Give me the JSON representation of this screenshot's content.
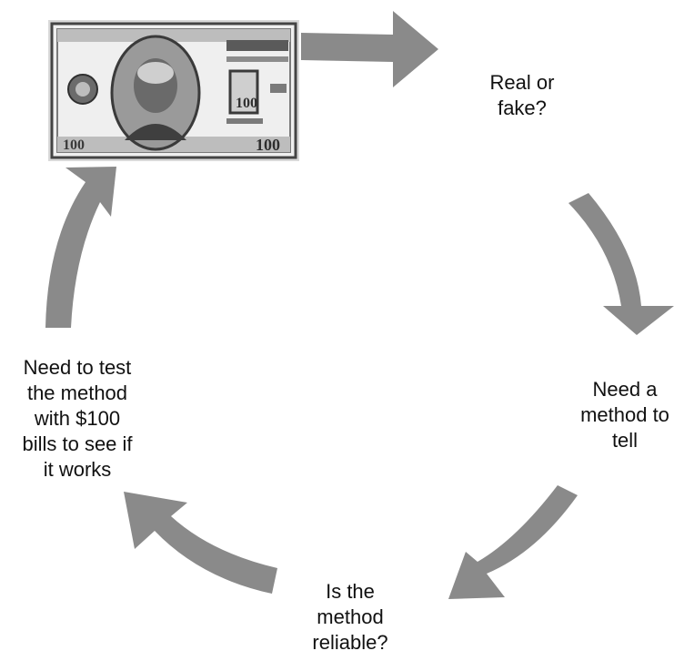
{
  "colors": {
    "arrow": "#8a8a8a",
    "text": "#111111",
    "bill_light": "#eeeeee",
    "bill_dark": "#3a3a3a"
  },
  "bill_image": {
    "icon": "hundred-dollar-bill",
    "denomination": "100"
  },
  "steps": {
    "real_or_fake": {
      "lines": [
        "Real or",
        "fake?"
      ]
    },
    "need_method": {
      "lines": [
        "Need a",
        "method to",
        "tell"
      ]
    },
    "is_reliable": {
      "lines": [
        "Is the",
        "method",
        "reliable?"
      ]
    },
    "need_test": {
      "lines": [
        "Need to test",
        "the method",
        "with $100",
        "bills to see if",
        "it works"
      ]
    }
  }
}
